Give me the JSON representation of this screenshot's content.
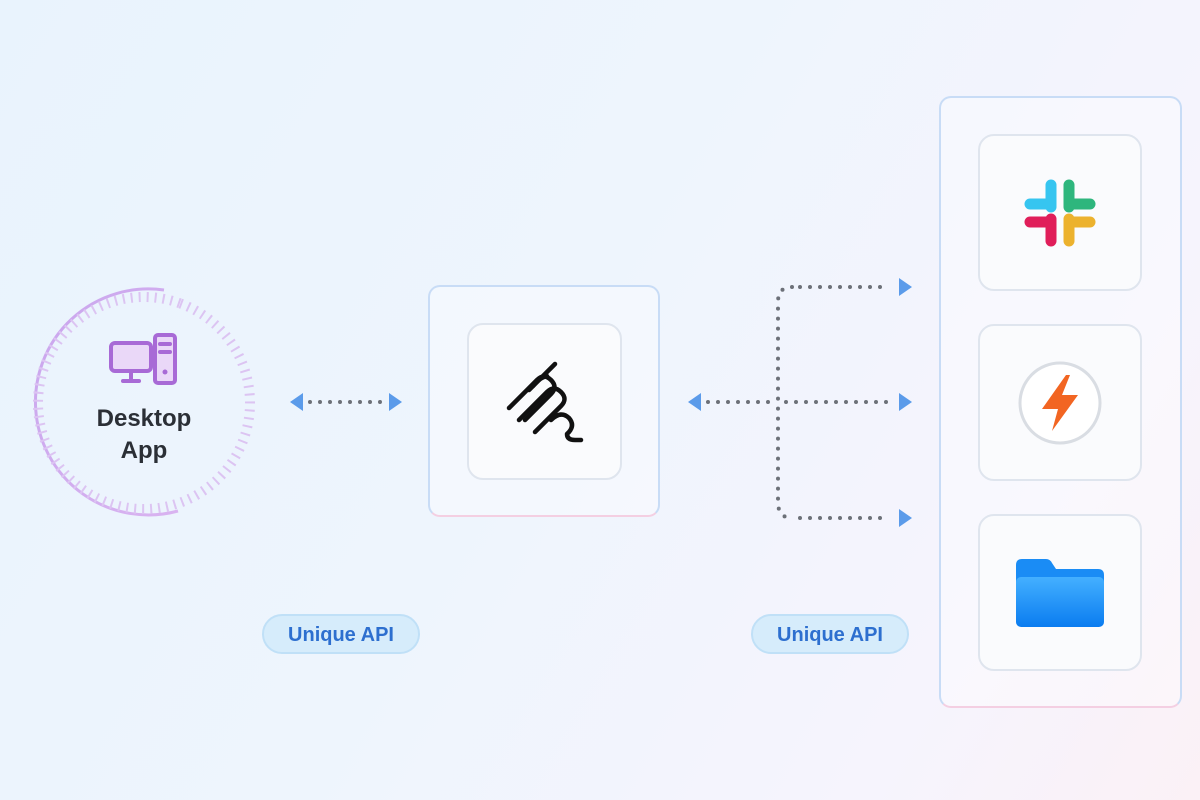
{
  "desktop": {
    "label_line1": "Desktop",
    "label_line2": "App",
    "icon": "desktop-computer-icon"
  },
  "hub": {
    "icon": "paperclip-logo-icon"
  },
  "services": [
    {
      "icon": "slack-logo-icon"
    },
    {
      "icon": "lightning-bolt-icon"
    },
    {
      "icon": "folder-icon"
    }
  ],
  "badges": {
    "left": "Unique API",
    "right": "Unique API"
  },
  "colors": {
    "accent_blue": "#5b9bea",
    "badge_text": "#2d6fcf",
    "dotted_line": "#6c7078",
    "desktop_icon": "#a86ad6",
    "bolt": "#f26522",
    "folder": "#1a8cf5"
  }
}
